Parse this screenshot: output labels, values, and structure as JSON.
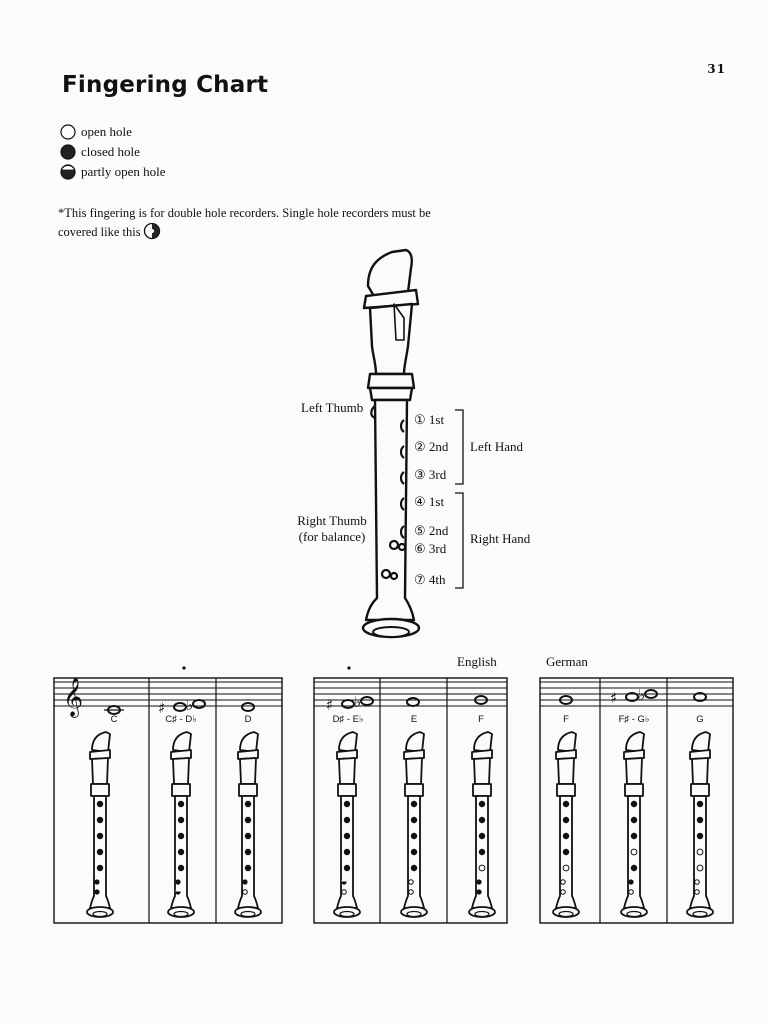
{
  "page": {
    "number": "31",
    "title": "Fingering Chart"
  },
  "legend": [
    {
      "type": "open",
      "label": "open hole"
    },
    {
      "type": "closed",
      "label": "closed hole"
    },
    {
      "type": "partly",
      "label": "partly open hole"
    }
  ],
  "note": {
    "line1": "*This fingering is for double hole recorders. Single hole recorders must be",
    "line2": "covered like this"
  },
  "diagram": {
    "left_thumb": "Left Thumb",
    "right_thumb_line1": "Right Thumb",
    "right_thumb_line2": "(for balance)",
    "left_hand": "Left Hand",
    "right_hand": "Right Hand",
    "holes": [
      {
        "number": "①",
        "label": "1st"
      },
      {
        "number": "②",
        "label": "2nd"
      },
      {
        "number": "③",
        "label": "3rd"
      },
      {
        "number": "④",
        "label": "1st"
      },
      {
        "number": "⑤",
        "label": "2nd"
      },
      {
        "number": "⑥",
        "label": "3rd"
      },
      {
        "number": "⑦",
        "label": "4th"
      }
    ]
  },
  "fingering": {
    "english_label": "English",
    "german_label": "German",
    "notes": [
      {
        "label": "C"
      },
      {
        "label": "C♯ - D♭"
      },
      {
        "label": "D"
      },
      {
        "label": "D♯ - E♭"
      },
      {
        "label": "E"
      },
      {
        "label": "F"
      },
      {
        "label": "F"
      },
      {
        "label": "F♯ - G♭"
      },
      {
        "label": "G"
      }
    ]
  }
}
